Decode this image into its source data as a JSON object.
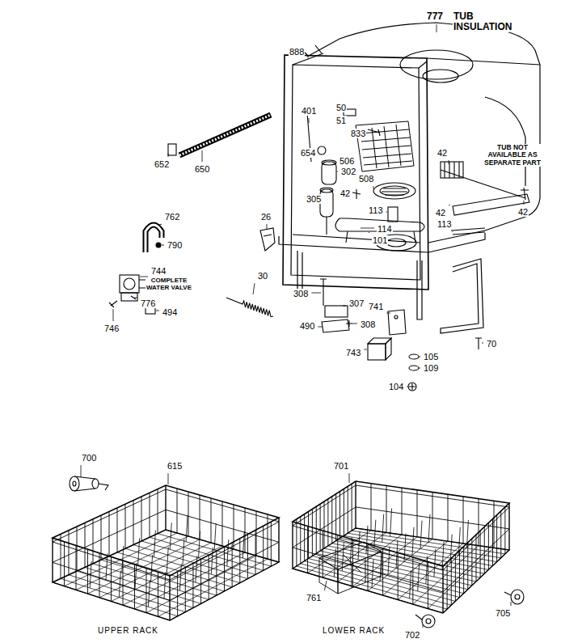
{
  "diagram": {
    "labels": [
      "777",
      "TUB INSULATION",
      "888",
      "401",
      "50",
      "51",
      "833",
      "654",
      "506",
      "302",
      "508",
      "42",
      "305",
      "113",
      "114",
      "101",
      "42",
      "TUB NOT AVAILABLE AS SEPARATE PART",
      "42",
      "42",
      "113",
      "652",
      "650",
      "762",
      "790",
      "26",
      "30",
      "744",
      "COMPLETE WATER VALVE",
      "776",
      "494",
      "746",
      "308",
      "307",
      "741",
      "308",
      "490",
      "743",
      "105",
      "109",
      "70",
      "104",
      "700",
      "615",
      "701",
      "761",
      "UPPER RACK",
      "LOWER RACK",
      "705",
      "702"
    ]
  }
}
